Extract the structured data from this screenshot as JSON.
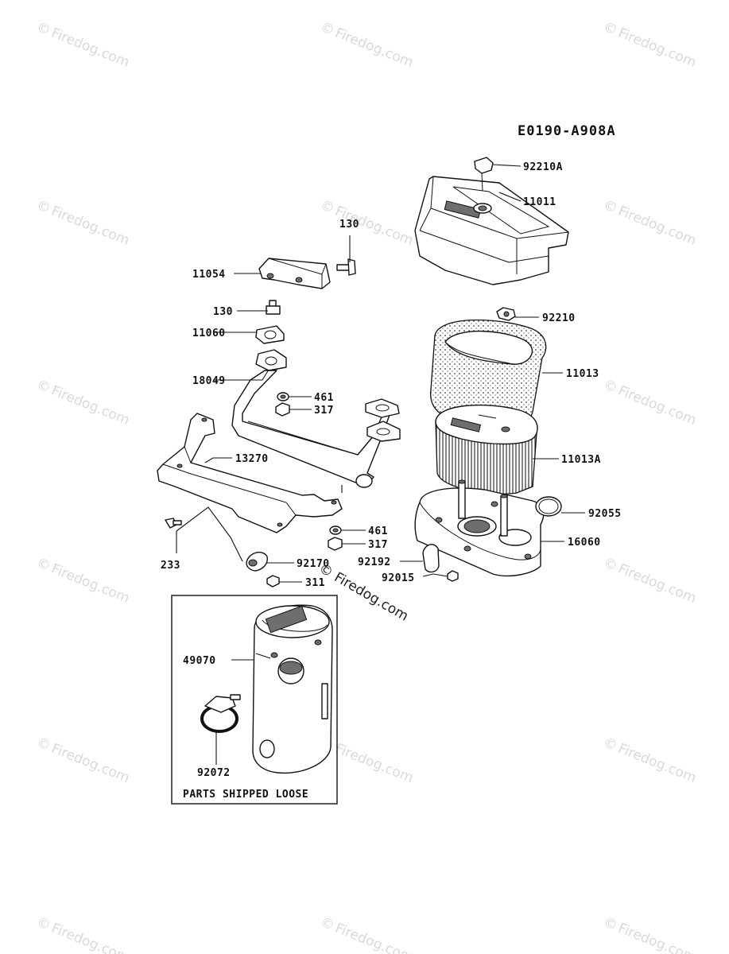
{
  "diagram_code": "E0190-A908A",
  "watermark": "Firedog.com",
  "watermark_main": "© Firedog.com",
  "box_caption": "PARTS SHIPPED LOOSE",
  "labels": {
    "p92210A": "92210A",
    "p11011": "11011",
    "p130_top": "130",
    "p11054": "11054",
    "p130_left": "130",
    "p11060": "11060",
    "p92210": "92210",
    "p18049": "18049",
    "p11013": "11013",
    "p461_a": "461",
    "p317_a": "317",
    "p13270": "13270",
    "p11013A": "11013A",
    "p92055": "92055",
    "p461_b": "461",
    "p16060": "16060",
    "p317_b": "317",
    "p233": "233",
    "p92170": "92170",
    "p92192": "92192",
    "p311": "311",
    "p92015": "92015",
    "p49070": "49070",
    "p92072": "92072"
  }
}
